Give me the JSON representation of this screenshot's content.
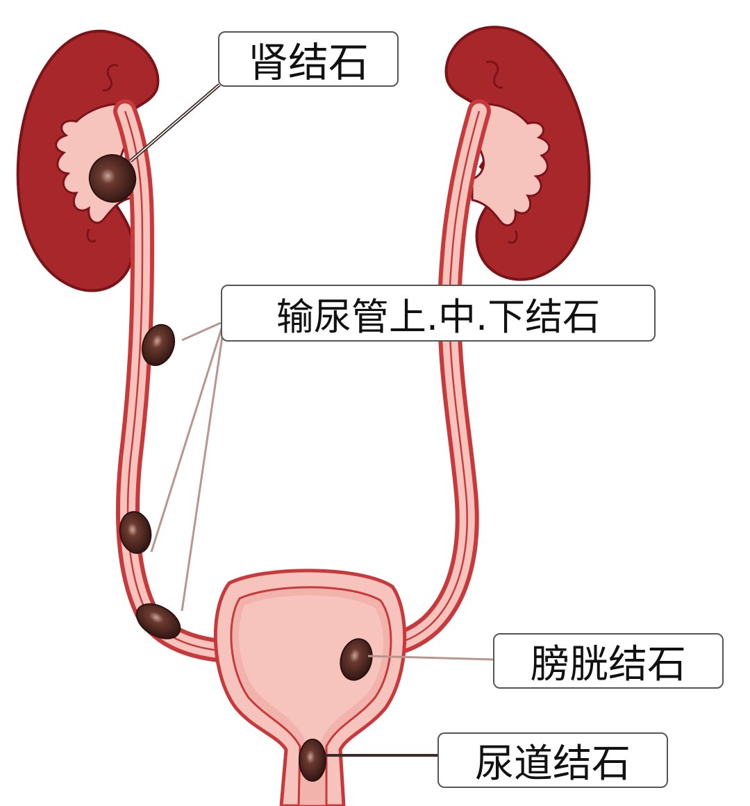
{
  "labels": {
    "kidney_stone": "肾结石",
    "ureter_stones": "输尿管上.中.下结石",
    "bladder_stone": "膀胱结石",
    "urethra_stone": "尿道结石"
  },
  "colors": {
    "kidney_dark": "#a8272b",
    "kidney_outline": "#7a1418",
    "tissue_light": "#f6c3bd",
    "wall_red": "#c8393c",
    "stone_dark": "#3a1a16",
    "stone_highlight": "#c9a69a",
    "leader_line": "#5a4a48",
    "leader_line_light": "#b8968f"
  }
}
